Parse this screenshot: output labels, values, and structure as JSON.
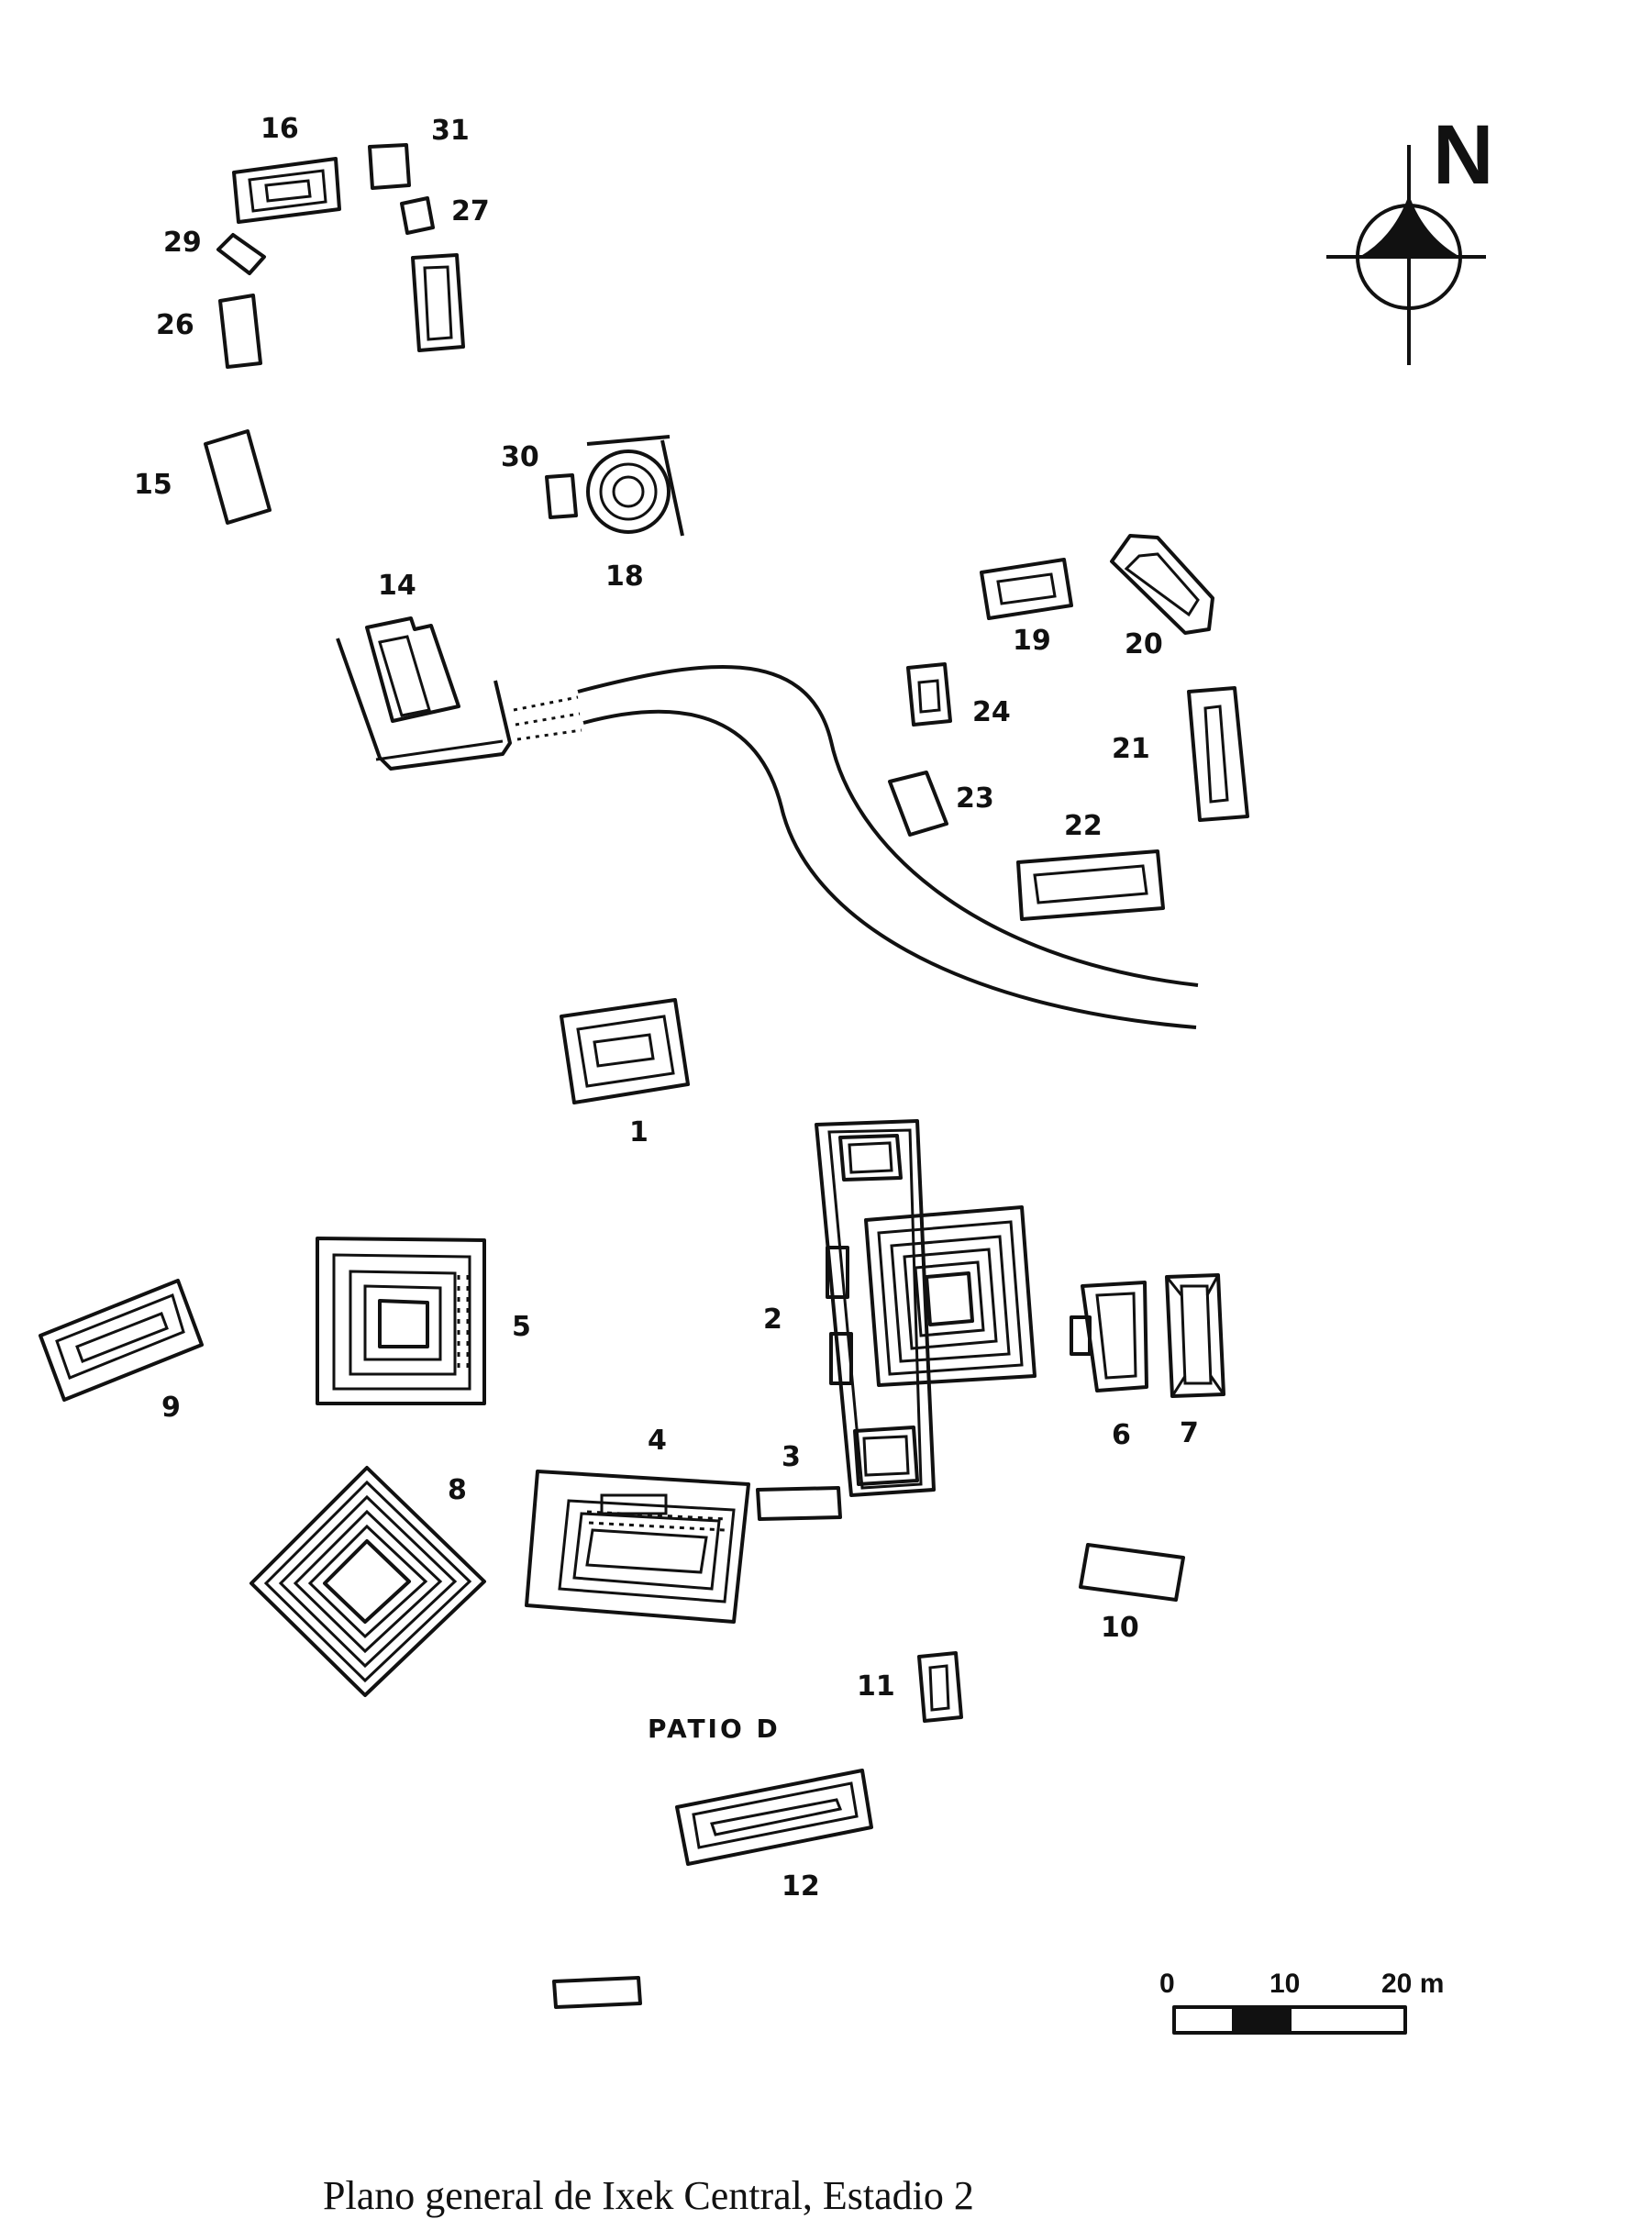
{
  "labels": {
    "s1": "1",
    "s2": "2",
    "s3": "3",
    "s4": "4",
    "s5": "5",
    "s6": "6",
    "s7": "7",
    "s8": "8",
    "s9": "9",
    "s10": "10",
    "s11": "11",
    "s12": "12",
    "s14": "14",
    "s15": "15",
    "s16": "16",
    "s18": "18",
    "s19": "19",
    "s20": "20",
    "s21": "21",
    "s22": "22",
    "s23": "23",
    "s24": "24",
    "s26": "26",
    "s27": "27",
    "s29": "29",
    "s30": "30",
    "s31": "31"
  },
  "patio": "PATIO D",
  "north": "N",
  "scale": {
    "t0": "0",
    "t10": "10",
    "t20": "20 m",
    "fraction": 0.5
  },
  "caption": "Plano general de Ixek Central, Estadio 2"
}
